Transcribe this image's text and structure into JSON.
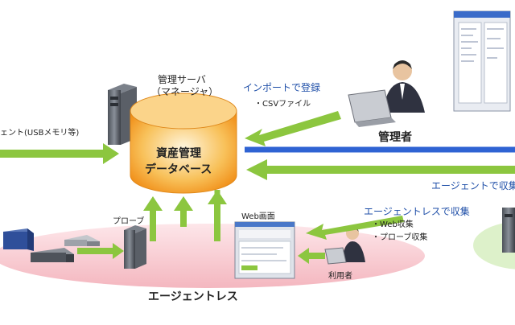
{
  "colors": {
    "arrow_green": "#8cc63f",
    "arrow_blue": "#2f63d3",
    "db_orange": "#f6a623",
    "ellipse_pink": "#f7c9cf",
    "ellipse_green": "#d9efc4",
    "text_blue": "#1f4fa8"
  },
  "labels": {
    "server_title": "管理サーバ",
    "server_subtitle": "（マネージャ）",
    "db_line1": "資産管理",
    "db_line2": "データベース",
    "import_title": "インポートで登録",
    "import_item": "・CSVファイル",
    "usb_note": "ェント(USBメモリ等)",
    "admin": "管理者",
    "agent_collect": "エージェントで収集",
    "agentless_collect": "エージェントレスで収集",
    "web_collect": "・Web収集",
    "probe_collect": "・プローブ収集",
    "probe": "プローブ",
    "web_screen": "Web画面",
    "user": "利用者",
    "agentless": "エージェントレス"
  }
}
